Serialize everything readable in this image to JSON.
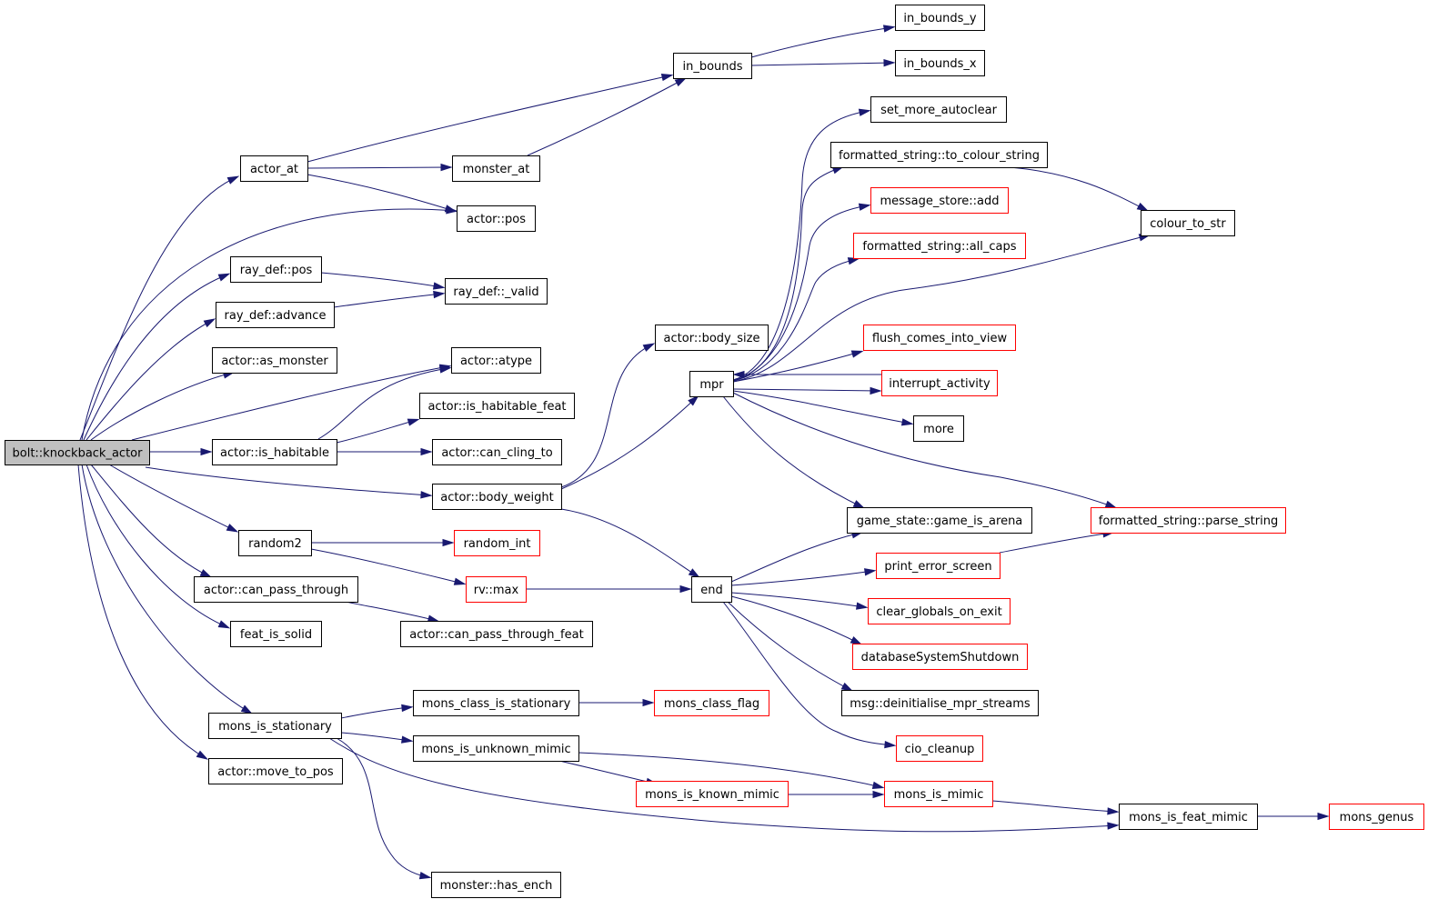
{
  "graph": {
    "title": "",
    "colors": {
      "edge": "#191970",
      "normal_border": "#000000",
      "red_border": "#ff0000",
      "root_fill": "#bfbfbf"
    },
    "nodes": [
      {
        "id": "root",
        "label": "bolt::knockback_actor",
        "style": "root"
      },
      {
        "id": "actor_at",
        "label": "actor_at",
        "style": "black"
      },
      {
        "id": "in_bounds",
        "label": "in_bounds",
        "style": "black"
      },
      {
        "id": "in_bounds_y",
        "label": "in_bounds_y",
        "style": "black"
      },
      {
        "id": "in_bounds_x",
        "label": "in_bounds_x",
        "style": "black"
      },
      {
        "id": "monster_at",
        "label": "monster_at",
        "style": "black"
      },
      {
        "id": "actor_pos",
        "label": "actor::pos",
        "style": "black"
      },
      {
        "id": "ray_pos",
        "label": "ray_def::pos",
        "style": "black"
      },
      {
        "id": "ray_valid",
        "label": "ray_def::_valid",
        "style": "black"
      },
      {
        "id": "ray_advance",
        "label": "ray_def::advance",
        "style": "black"
      },
      {
        "id": "as_monster",
        "label": "actor::as_monster",
        "style": "black"
      },
      {
        "id": "atype",
        "label": "actor::atype",
        "style": "black"
      },
      {
        "id": "is_habitable_feat",
        "label": "actor::is_habitable_feat",
        "style": "black"
      },
      {
        "id": "is_habitable",
        "label": "actor::is_habitable",
        "style": "black"
      },
      {
        "id": "can_cling_to",
        "label": "actor::can_cling_to",
        "style": "black"
      },
      {
        "id": "body_size",
        "label": "actor::body_size",
        "style": "black"
      },
      {
        "id": "body_weight",
        "label": "actor::body_weight",
        "style": "black"
      },
      {
        "id": "mpr",
        "label": "mpr",
        "style": "black"
      },
      {
        "id": "end",
        "label": "end",
        "style": "black"
      },
      {
        "id": "random2",
        "label": "random2",
        "style": "black"
      },
      {
        "id": "random_int",
        "label": "random_int",
        "style": "red"
      },
      {
        "id": "rv_max",
        "label": "rv::max",
        "style": "red"
      },
      {
        "id": "can_pass_through",
        "label": "actor::can_pass_through",
        "style": "black"
      },
      {
        "id": "can_pass_through_feat",
        "label": "actor::can_pass_through_feat",
        "style": "black"
      },
      {
        "id": "feat_is_solid",
        "label": "feat_is_solid",
        "style": "black"
      },
      {
        "id": "mons_is_stationary",
        "label": "mons_is_stationary",
        "style": "black"
      },
      {
        "id": "mons_class_is_stationary",
        "label": "mons_class_is_stationary",
        "style": "black"
      },
      {
        "id": "mons_class_flag",
        "label": "mons_class_flag",
        "style": "red"
      },
      {
        "id": "mons_is_unknown_mimic",
        "label": "mons_is_unknown_mimic",
        "style": "black"
      },
      {
        "id": "mons_is_known_mimic",
        "label": "mons_is_known_mimic",
        "style": "red"
      },
      {
        "id": "mons_is_mimic",
        "label": "mons_is_mimic",
        "style": "red"
      },
      {
        "id": "mons_is_feat_mimic",
        "label": "mons_is_feat_mimic",
        "style": "black"
      },
      {
        "id": "mons_genus",
        "label": "mons_genus",
        "style": "red"
      },
      {
        "id": "monster_has_ench",
        "label": "monster::has_ench",
        "style": "black"
      },
      {
        "id": "move_to_pos",
        "label": "actor::move_to_pos",
        "style": "black"
      },
      {
        "id": "set_more_autoclear",
        "label": "set_more_autoclear",
        "style": "black"
      },
      {
        "id": "to_colour_string",
        "label": "formatted_string::to_colour_string",
        "style": "black"
      },
      {
        "id": "message_store_add",
        "label": "message_store::add",
        "style": "red"
      },
      {
        "id": "all_caps",
        "label": "formatted_string::all_caps",
        "style": "red"
      },
      {
        "id": "colour_to_str",
        "label": "colour_to_str",
        "style": "black"
      },
      {
        "id": "flush_comes_into_view",
        "label": "flush_comes_into_view",
        "style": "red"
      },
      {
        "id": "interrupt_activity",
        "label": "interrupt_activity",
        "style": "red"
      },
      {
        "id": "more",
        "label": "more",
        "style": "black"
      },
      {
        "id": "game_is_arena",
        "label": "game_state::game_is_arena",
        "style": "black"
      },
      {
        "id": "parse_string",
        "label": "formatted_string::parse_string",
        "style": "red"
      },
      {
        "id": "print_error_screen",
        "label": "print_error_screen",
        "style": "red"
      },
      {
        "id": "clear_globals_on_exit",
        "label": "clear_globals_on_exit",
        "style": "red"
      },
      {
        "id": "databaseSystemShutdown",
        "label": "databaseSystemShutdown",
        "style": "red"
      },
      {
        "id": "deinitialise_mpr_streams",
        "label": "msg::deinitialise_mpr_streams",
        "style": "black"
      },
      {
        "id": "cio_cleanup",
        "label": "cio_cleanup",
        "style": "red"
      }
    ]
  }
}
